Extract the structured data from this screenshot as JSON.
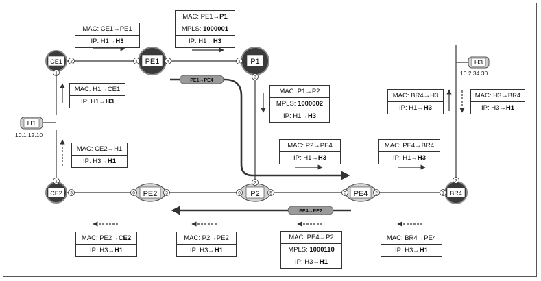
{
  "colors": {
    "router_dark": "#3a3a3a",
    "router_ring": "#888888",
    "node_fill": "#d4d4d4",
    "line": "#555555",
    "path": "#333333",
    "tunnel": "#9a9a9a"
  },
  "nodes": {
    "ce1": "CE1",
    "pe1": "PE1",
    "p1": "P1",
    "ce2": "CE2",
    "pe2": "PE2",
    "p2": "P2",
    "pe4": "PE4",
    "br4": "BR4",
    "h1": "H1",
    "h3": "H3"
  },
  "ports": {
    "ce1_right": "2",
    "ce1_bottom": "1",
    "pe1_left": "1",
    "pe1_right": "4",
    "p1_left": "1",
    "p1_bottom": "3",
    "ce2_top": "1",
    "ce2_right": "3",
    "pe2_left": "0",
    "pe2_right": "3",
    "p2_top": "2",
    "p2_left": "0",
    "p2_right": "5",
    "pe4_left": "0",
    "pe4_right": "2",
    "br4_top": "2",
    "br4_left": "1"
  },
  "addresses": {
    "h1": "10.1.12.10",
    "h3": "10.2.34.30"
  },
  "tunnels": {
    "top": "PE1→PE4",
    "bottom": "PE4→PE2"
  },
  "headers": {
    "ce1_pe1": {
      "mac": "MAC: CE1→PE1",
      "ip_src": "IP: H1→",
      "ip_dst": "H3"
    },
    "pe1_p1": {
      "mac_src": "MAC: PE1→",
      "mac_dst": "P1",
      "mpls_label": "MPLS: ",
      "mpls_value": "1000001",
      "ip_src": "IP: H1→",
      "ip_dst": "H3"
    },
    "h1_ce1": {
      "mac": "MAC: H1→CE1",
      "ip_src": "IP: H1→",
      "ip_dst": "H3"
    },
    "p1_p2": {
      "mac": "MAC: P1→P2",
      "mpls_label": "MPLS: ",
      "mpls_value": "1000002",
      "ip_src": "IP: H1→",
      "ip_dst": "H3"
    },
    "br4_h3": {
      "mac": "MAC: BR4→H3",
      "ip_src": "IP: H1→",
      "ip_dst": "H3"
    },
    "h3_br4": {
      "mac": "MAC: H3→BR4",
      "ip_src": "IP: H3→",
      "ip_dst": "H1"
    },
    "ce2_h1": {
      "mac": "MAC: CE2→H1",
      "ip_src": "IP: H3→",
      "ip_dst": "H1"
    },
    "p2_pe4": {
      "mac": "MAC: P2→PE4",
      "ip_src": "IP: H1→",
      "ip_dst": "H3"
    },
    "pe4_br4": {
      "mac": "MAC: PE4→BR4",
      "ip_src": "IP: H1→",
      "ip_dst": "H3"
    },
    "pe2_ce2": {
      "mac_src": "MAC: PE2→",
      "mac_dst": "CE2",
      "ip_src": "IP: H3→",
      "ip_dst": "H1"
    },
    "p2_pe2": {
      "mac": "MAC: P2→PE2",
      "ip_src": "IP: H3→",
      "ip_dst": "H1"
    },
    "pe4_p2": {
      "mac": "MAC: PE4→P2",
      "mpls_label": "MPLS: ",
      "mpls_value": "1000110",
      "ip_src": "IP: H3→",
      "ip_dst": "H1"
    },
    "br4_pe4": {
      "mac": "MAC: BR4→PE4",
      "ip_src": "IP: H3→",
      "ip_dst": "H1"
    }
  }
}
